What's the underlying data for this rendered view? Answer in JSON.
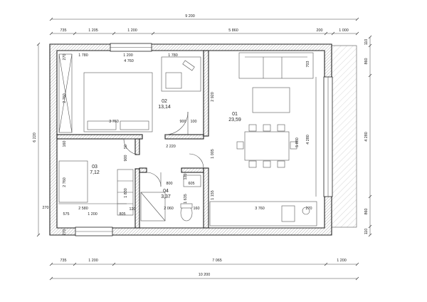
{
  "dimensions": {
    "top_total": "9 200",
    "top_segments": [
      "735",
      "1 205",
      "1 200",
      "5 860",
      "200",
      "1 000"
    ],
    "bottom_total": "10 200",
    "bottom_segments": [
      "735",
      "1 200",
      "7 065",
      "1 200"
    ],
    "left_total": "6 220",
    "right_segments": [
      "110",
      "860",
      "4 280",
      "860",
      "110"
    ],
    "inner": {
      "d1780a": "1 780",
      "d1200a": "1 200",
      "d1780b": "1 780",
      "d4760": "4 760",
      "d270a": "270",
      "d2760": "2 760",
      "d3760a": "3 760",
      "d900a": "900",
      "d100": "100",
      "d2920": "2 920",
      "d703": "703",
      "d5880": "5 880",
      "d4280": "4 280",
      "d160": "160",
      "d50": "50",
      "d900b": "900",
      "d2220": "2 220",
      "d1005": "1 005",
      "d2760b": "2 760",
      "d1830": "1 830",
      "d800": "800",
      "d605": "605",
      "d120a": "120",
      "d1635": "1 635",
      "d1155": "1 155",
      "d2580": "2 580",
      "d575": "575",
      "d1200b": "1 200",
      "d805": "805",
      "d120b": "120",
      "d2060": "2 060",
      "d160b": "160",
      "d3760b": "3 760",
      "d270b": "270",
      "d270c": "270",
      "d270d": "270"
    }
  },
  "rooms": [
    {
      "id": "01",
      "area": "23,59"
    },
    {
      "id": "02",
      "area": "13,14"
    },
    {
      "id": "03",
      "area": "7,12"
    },
    {
      "id": "04",
      "area": "3,37"
    }
  ]
}
